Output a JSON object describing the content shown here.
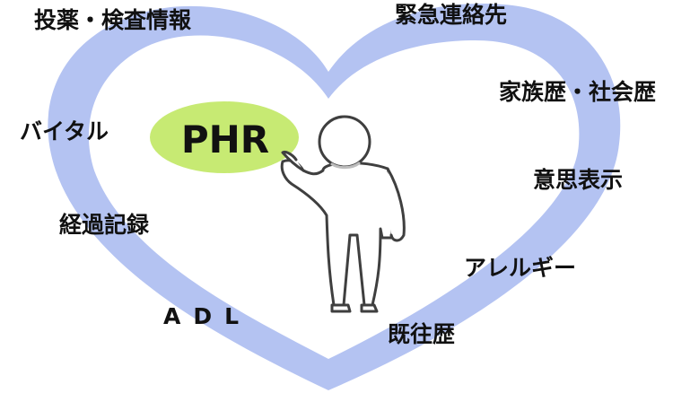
{
  "colors": {
    "heart": "#b4c3f2",
    "phr_bubble": "#c7ea73",
    "figure_fill": "#ffffff",
    "figure_stroke": "#3f3f3f",
    "text": "#111111"
  },
  "center": {
    "label": "PHR",
    "icon": "person-pointing-icon"
  },
  "items": [
    {
      "key": "medication",
      "label": "投薬・検査情報"
    },
    {
      "key": "emergency",
      "label": "緊急連絡先"
    },
    {
      "key": "family_history",
      "label": "家族歴・社会歴"
    },
    {
      "key": "vital",
      "label": "バイタル"
    },
    {
      "key": "intent",
      "label": "意思表示"
    },
    {
      "key": "progress",
      "label": "経過記録"
    },
    {
      "key": "allergy",
      "label": "アレルギー"
    },
    {
      "key": "adl",
      "label": "ADL"
    },
    {
      "key": "past_history",
      "label": "既往歴"
    }
  ]
}
